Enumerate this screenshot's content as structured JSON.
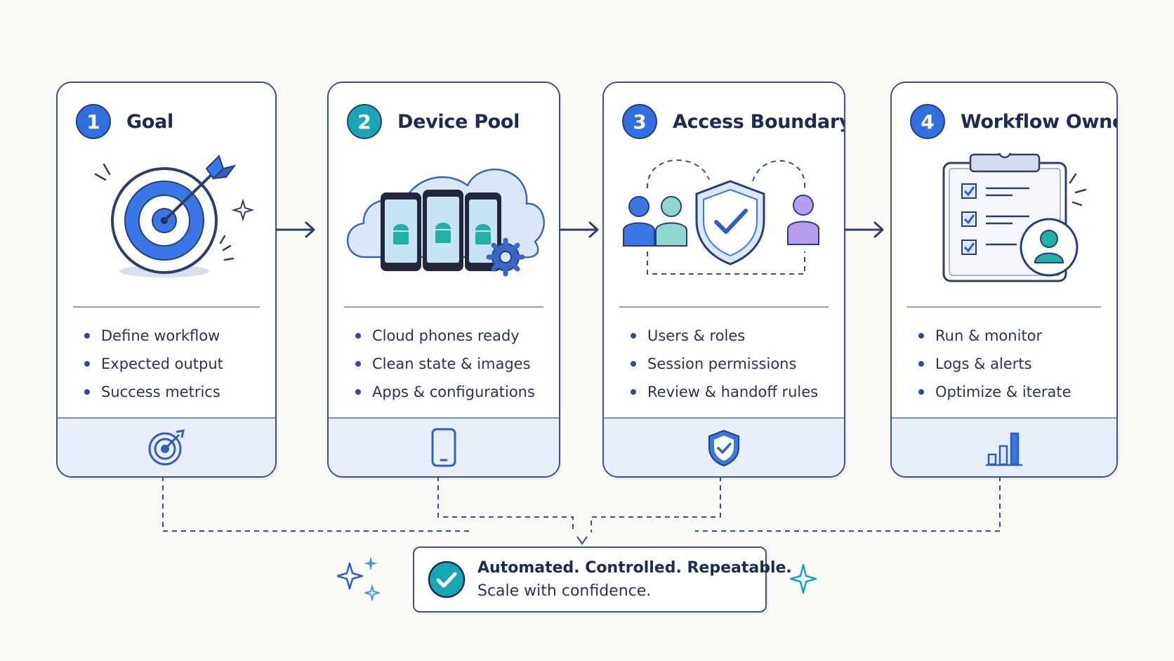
{
  "steps": [
    {
      "number": "1",
      "title": "Goal",
      "bullets": [
        "Define workflow",
        "Expected output",
        "Success metrics"
      ],
      "icon": "target-icon",
      "footer_icon": "target-icon",
      "color": "#2f6fe0"
    },
    {
      "number": "2",
      "title": "Device Pool",
      "bullets": [
        "Cloud phones ready",
        "Clean state & images",
        "Apps & configurations"
      ],
      "icon": "cloud-phones-icon",
      "footer_icon": "phone-icon",
      "color": "#16a7b3"
    },
    {
      "number": "3",
      "title": "Access Boundary",
      "bullets": [
        "Users & roles",
        "Session permissions",
        "Review & handoff rules"
      ],
      "icon": "shield-users-icon",
      "footer_icon": "shield-icon",
      "color": "#2f6fe0"
    },
    {
      "number": "4",
      "title": "Workflow Owner",
      "bullets": [
        "Run & monitor",
        "Logs & alerts",
        "Optimize & iterate"
      ],
      "icon": "clipboard-owner-icon",
      "footer_icon": "bar-chart-icon",
      "color": "#2f6fe0"
    }
  ],
  "summary": {
    "headline": "Automated. Controlled. Repeatable.",
    "subline": "Scale with confidence."
  },
  "colors": {
    "accent_blue": "#2f6fe0",
    "accent_teal": "#16a7b3",
    "outline": "#3d5381",
    "footer_fill": "#e8eefb",
    "background": "#faf9f5"
  }
}
